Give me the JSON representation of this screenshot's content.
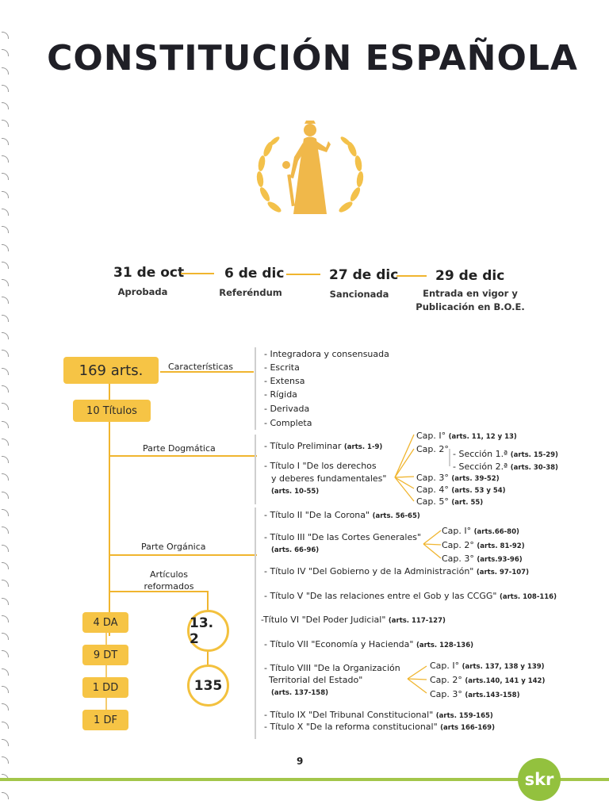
{
  "title": "CONSTITUCIÓN ESPAÑOLA",
  "timeline": [
    {
      "date": "31 de oct",
      "label": "Aprobada"
    },
    {
      "date": "6 de dic",
      "label": "Referéndum"
    },
    {
      "date": "27 de dic",
      "label": "Sancionada"
    },
    {
      "date": "29 de dic",
      "label": "Entrada en vigor y Publicación en B.O.E."
    }
  ],
  "boxes": {
    "arts": "169 arts.",
    "titulos": "10 Títulos",
    "da": "4 DA",
    "dt": "9 DT",
    "dd": "1 DD",
    "df": "1 DF"
  },
  "circles": {
    "c1": "13. 2",
    "c2": "135"
  },
  "labels": {
    "caracteristicas": "Características",
    "dogmatica": "Parte Dogmática",
    "organica": "Parte Orgánica",
    "reformados": "Artículos reformados"
  },
  "caracteristicas": [
    "- Integradora y consensuada",
    "- Escrita",
    "- Extensa",
    "- Rígida",
    "- Derivada",
    "- Completa"
  ],
  "dogmatica": {
    "preliminar": {
      "text": "- Título Preliminar",
      "arts": "(arts. 1-9)"
    },
    "titulo1": {
      "line1": "- Título I \"De los derechos",
      "line2": "y deberes fundamentales\"",
      "arts": "(arts. 10-55)"
    },
    "caps": [
      {
        "text": "Cap. I°",
        "arts": "(arts. 11, 12 y 13)"
      },
      {
        "text": "Cap. 2°",
        "arts": ""
      },
      {
        "text": "Cap. 3°",
        "arts": "(arts. 39-52)"
      },
      {
        "text": "Cap. 4°",
        "arts": "(arts. 53 y 54)"
      },
      {
        "text": "Cap. 5°",
        "arts": "(art. 55)"
      }
    ],
    "secciones": [
      {
        "text": "- Sección 1.ª",
        "arts": "(arts. 15-29)"
      },
      {
        "text": "- Sección 2.ª",
        "arts": "(arts. 30-38)"
      }
    ]
  },
  "organica": {
    "t2": {
      "text": "- Título II \"De la Corona\"",
      "arts": "(arts. 56-65)"
    },
    "t3": {
      "text": "- Título III \"De las Cortes Generales\"",
      "arts": "(arts. 66-96)"
    },
    "t3caps": [
      {
        "text": "Cap. I°",
        "arts": "(arts.66-80)"
      },
      {
        "text": "Cap. 2°",
        "arts": "(arts. 81-92)"
      },
      {
        "text": "Cap. 3°",
        "arts": "(arts.93-96)"
      }
    ],
    "t4": {
      "text": "- Título IV \"Del Gobierno y de la Administración\"",
      "arts": "(arts. 97-107)"
    },
    "t5": {
      "text": "- Título V \"De las relaciones entre el Gob y las CCGG\"",
      "arts": "(arts. 108-116)"
    },
    "t6": {
      "text": "-Título VI \"Del Poder Judicial\"",
      "arts": "(arts. 117-127)"
    },
    "t7": {
      "text": "- Título VII \"Economía y Hacienda\"",
      "arts": "(arts. 128-136)"
    },
    "t8": {
      "line1": "- Título VIII \"De la Organización",
      "line2": "Territorial del Estado\"",
      "arts": "(arts. 137-158)"
    },
    "t8caps": [
      {
        "text": "Cap. I°",
        "arts": "(arts. 137, 138 y 139)"
      },
      {
        "text": "Cap. 2°",
        "arts": "(arts.140, 141 y 142)"
      },
      {
        "text": "Cap. 3°",
        "arts": "(arts.143-158)"
      }
    ],
    "t9": {
      "text": "- Título IX \"Del Tribunal Constitucional\"",
      "arts": "(arts. 159-165)"
    },
    "t10": {
      "text": "- Título X \"De la reforma constitucional\"",
      "arts": "(arts 166-169)"
    }
  },
  "page_number": "9",
  "logo": "skr",
  "colors": {
    "accent": "#f6c445",
    "line": "#f0b52f",
    "green": "#a3c64a"
  }
}
